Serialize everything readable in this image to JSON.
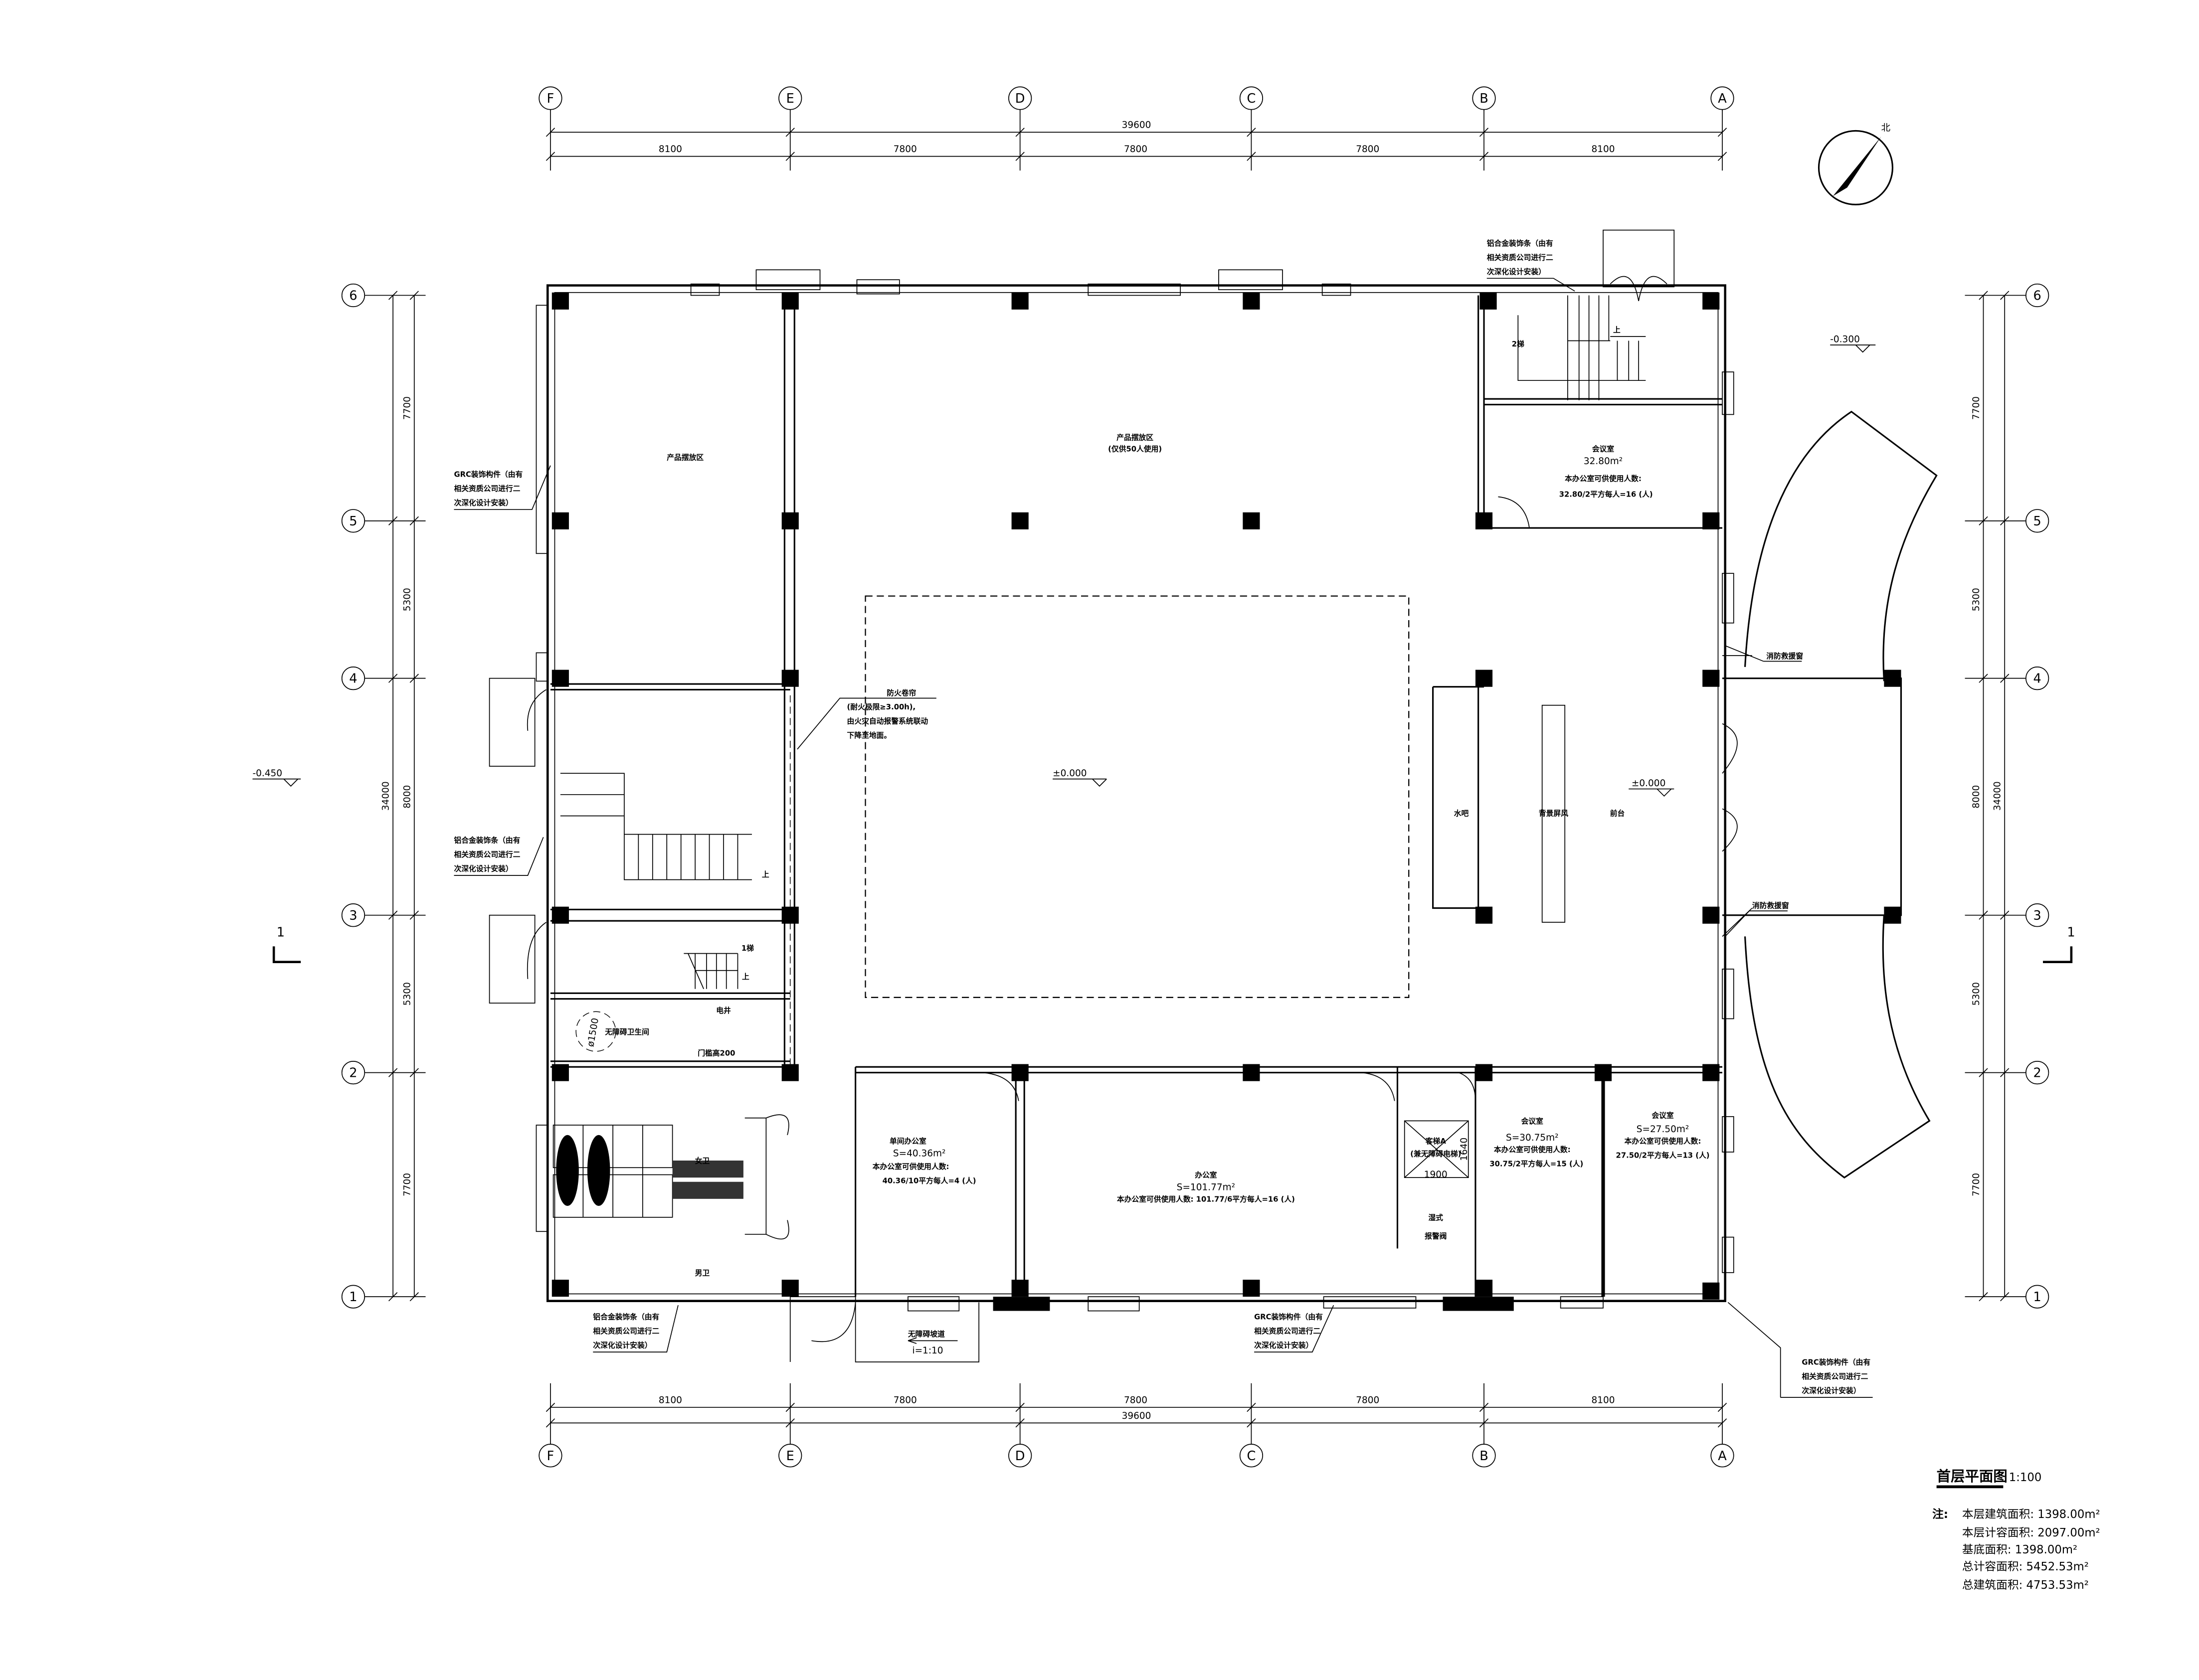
{
  "drawing": {
    "title": "首层平面图",
    "scale": "1:100",
    "north_label": "北",
    "notes_prefix": "注:",
    "notes": [
      "本层建筑面积: 1398.00m²",
      "本层计容面积: 2097.00m²",
      "基底面积: 1398.00m²",
      "总计容面积: 5452.53m²",
      "总建筑面积: 4753.53m²"
    ]
  },
  "grid": {
    "columns": [
      "F",
      "E",
      "D",
      "C",
      "B",
      "A"
    ],
    "rows": [
      "6",
      "5",
      "4",
      "3",
      "2",
      "1"
    ],
    "section_mark": "1"
  },
  "dimensions": {
    "horizontal_segments": [
      "8100",
      "7800",
      "7800",
      "7800",
      "8100"
    ],
    "horizontal_total": "39600",
    "vertical_segments": [
      "7700",
      "5300",
      "8000",
      "5300",
      "7700"
    ],
    "vertical_total": "34000"
  },
  "elevations": {
    "west": "-0.450",
    "east": "-0.300",
    "hall": "±0.000",
    "lobby": "±0.000"
  },
  "rooms": {
    "exhibit_west": "产品摆放区",
    "exhibit_main": "产品摆放区",
    "exhibit_main_note": "(仅供50人使用)",
    "meeting_north": {
      "name": "会议室",
      "area": "32.80m²",
      "cap_label": "本办公室可供使用人数:",
      "cap_calc": "32.80/2平方每人=16 (人)"
    },
    "single_office": {
      "name": "单间办公室",
      "area": "S=40.36m²",
      "cap_label": "本办公室可供使用人数:",
      "cap_calc": "40.36/10平方每人=4 (人)"
    },
    "office": {
      "name": "办公室",
      "area": "S=101.77m²",
      "cap": "本办公室可供使用人数: 101.77/6平方每人=16 (人)"
    },
    "meeting_b": {
      "name": "会议室",
      "area": "S=30.75m²",
      "cap_label": "本办公室可供使用人数:",
      "cap_calc": "30.75/2平方每人=15 (人)"
    },
    "meeting_a": {
      "name": "会议室",
      "area": "S=27.50m²",
      "cap_label": "本办公室可供使用人数:",
      "cap_calc": "27.50/2平方每人=13 (人)"
    },
    "water_bar": "水吧",
    "screen": "背景屏风",
    "reception": "前台",
    "elevator": "客梯A",
    "elevator_note": "(兼无障碍电梯)",
    "elevator_w": "1900",
    "elevator_d": "1640",
    "valve_room_1": "湿式",
    "valve_room_2": "报警阀",
    "female_wc": "女卫",
    "male_wc": "男卫",
    "accessible_wc": "无障碍卫生间",
    "turning_dia": "ø1500",
    "shaft": "电井",
    "threshold": "门槛高200",
    "stair_1": "1梯",
    "stair_2": "2梯",
    "up": "上"
  },
  "annotations": {
    "grc": [
      "GRC装饰构件（由有",
      "相关资质公司进行二",
      "次深化设计安装）"
    ],
    "alu": [
      "铝合金装饰条（由有",
      "相关资质公司进行二",
      "次深化设计安装）"
    ],
    "fire_shutter": [
      "防火卷帘",
      "(耐火极限≥3.00h),",
      "由火灾自动报警系统联动",
      "下降至地面。"
    ],
    "rescue_window": "消防救援窗",
    "ramp": "无障碍坡道",
    "ramp_slope": "i=1:10"
  }
}
